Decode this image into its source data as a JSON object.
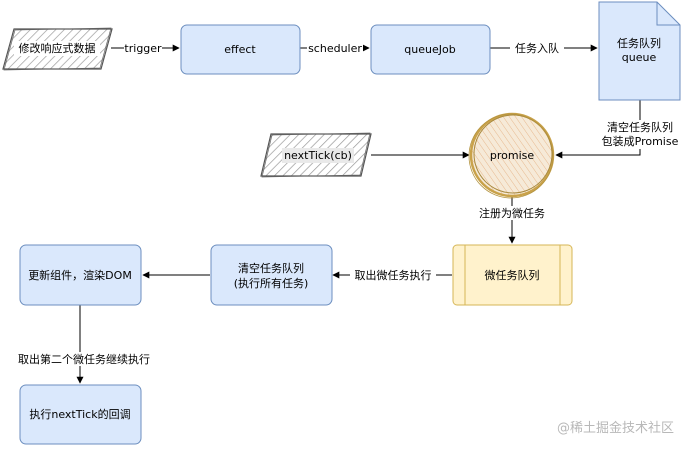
{
  "nodes": {
    "modify_data": "修改响应式数据",
    "effect": "effect",
    "queue_job": "queueJob",
    "task_queue_doc": [
      "任务队列",
      "queue"
    ],
    "next_tick_cb": "nextTick(cb)",
    "promise": "promise",
    "micro_task_queue": "微任务队列",
    "clear_run_all": [
      "清空任务队列",
      "(执行所有任务)"
    ],
    "update_render": "更新组件，渲染DOM",
    "exec_next_tick_cb": "执行nextTick的回调"
  },
  "edges": {
    "trigger": "trigger",
    "scheduler": "scheduler",
    "enqueue": "任务入队",
    "wrap_promise": [
      "清空任务队列",
      "包装成Promise"
    ],
    "register_micro": "注册为微任务",
    "take_exec": "取出微任务执行",
    "take_second": "取出第二个微任务继续执行"
  },
  "watermark": "@稀土掘金技术社区",
  "colors": {
    "blue_fill": "#dae8fc",
    "blue_stroke": "#6c8ebf",
    "yellow_fill": "#fff2cc",
    "yellow_stroke": "#d6b656",
    "sketch_stroke": "#555555",
    "sketch_fill": "#e8e8e8",
    "promise_fill": "#f5e8d6",
    "promise_stroke": "#d6b656"
  }
}
